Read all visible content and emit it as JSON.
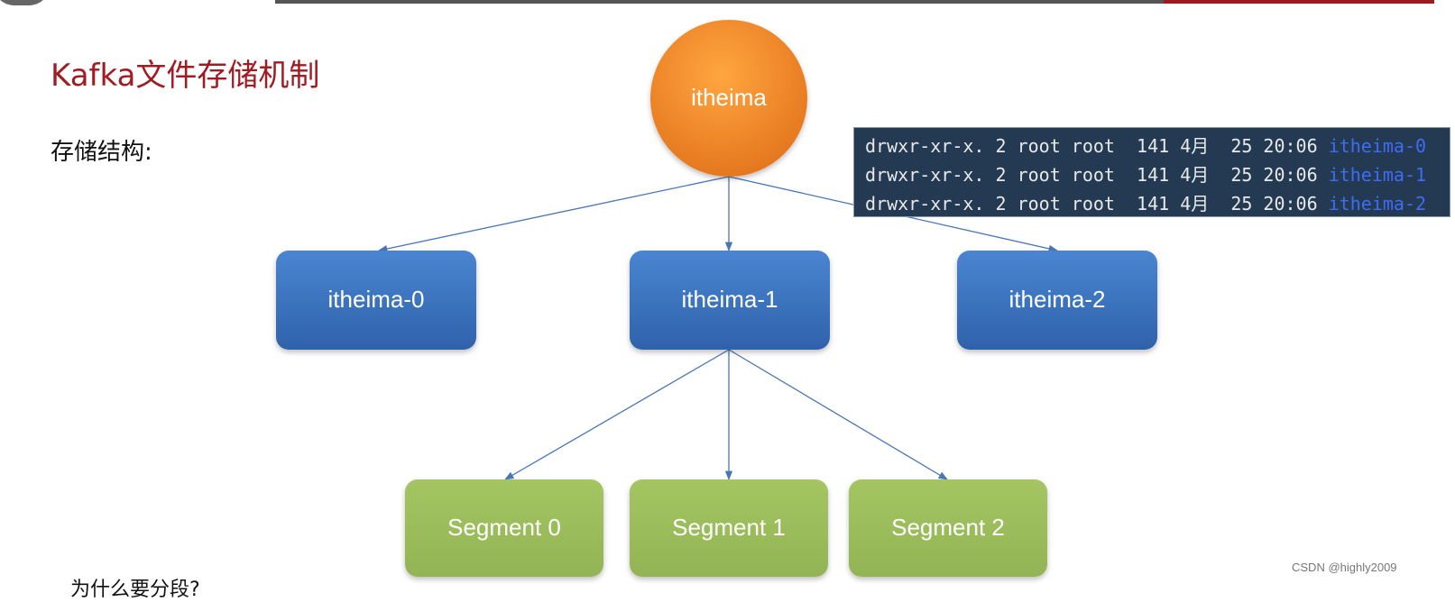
{
  "slide": {
    "title": "Kafka文件存储机制",
    "section_label": "存储结构:",
    "footer_question": "为什么要分段?",
    "watermark": "CSDN @highly2009"
  },
  "diagram": {
    "root": {
      "label": "itheima",
      "color": "#f08a24"
    },
    "partitions": [
      {
        "label": "itheima-0"
      },
      {
        "label": "itheima-1"
      },
      {
        "label": "itheima-2"
      }
    ],
    "segments": [
      {
        "label": "Segment 0"
      },
      {
        "label": "Segment 1"
      },
      {
        "label": "Segment 2"
      }
    ],
    "colors": {
      "partition": "#3b72bf",
      "segment": "#9bbb59",
      "edge": "#4a76b4",
      "title": "#a01c22",
      "terminal_bg": "#243a52",
      "terminal_name": "#3d6cf5"
    }
  },
  "terminal": {
    "lines": [
      {
        "prefix": "drwxr-xr-x. 2 root root  141 4月  25 20:06 ",
        "name": "itheima-0"
      },
      {
        "prefix": "drwxr-xr-x. 2 root root  141 4月  25 20:06 ",
        "name": "itheima-1"
      },
      {
        "prefix": "drwxr-xr-x. 2 root root  141 4月  25 20:06 ",
        "name": "itheima-2"
      }
    ]
  }
}
